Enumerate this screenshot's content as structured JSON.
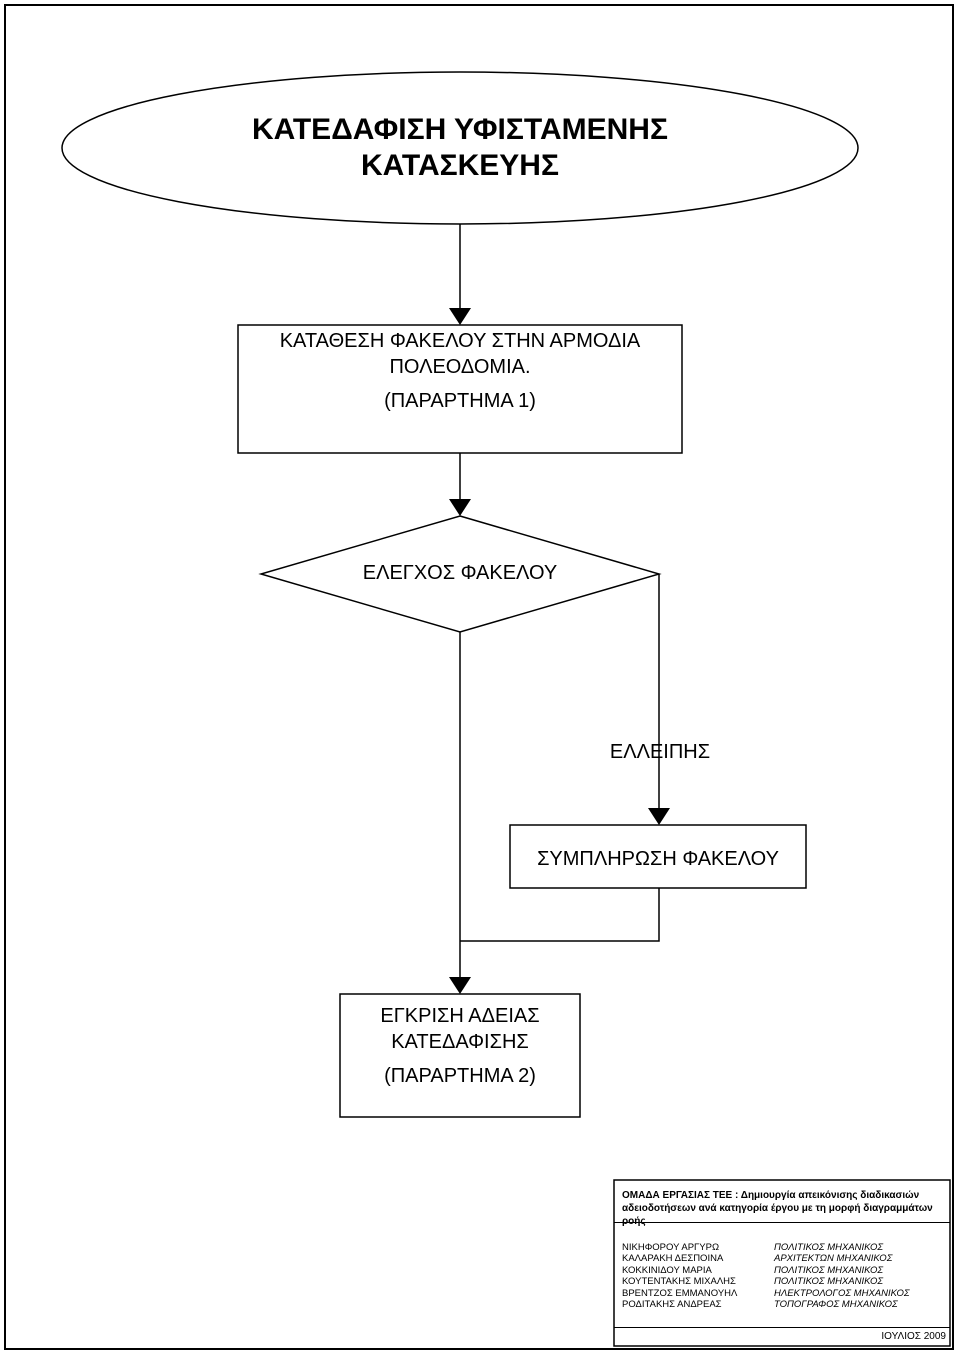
{
  "title": {
    "line1": "ΚΑΤΕΔΑΦΙΣΗ ΥΦΙΣΤΑΜΕΝΗΣ",
    "line2": "ΚΑΤΑΣΚΕΥΗΣ"
  },
  "step_submit": {
    "line1": "ΚΑΤΑΘΕΣΗ ΦΑΚΕΛΟΥ ΣΤΗΝ ΑΡΜΟΔΙΑ",
    "line2": "ΠΟΛΕΟΔΟΜΙΑ.",
    "line3": "(ΠΑΡΑΡΤΗΜΑ 1)"
  },
  "decision": {
    "label": "ΕΛΕΓΧΟΣ ΦΑΚΕΛΟΥ",
    "branch_label": "ΕΛΛΕΙΠΗΣ"
  },
  "step_complete": {
    "label": "ΣΥΜΠΛΗΡΩΣΗ  ΦΑΚΕΛΟΥ"
  },
  "step_approve": {
    "line1": "ΕΓΚΡΙΣΗ ΑΔΕΙΑΣ",
    "line2": "ΚΑΤΕΔΑΦΙΣΗΣ",
    "line3": "(ΠΑΡΑΡΤΗΜΑ 2)"
  },
  "info_box": {
    "header_bold": "ΟΜΑΔΑ ΕΡΓΑΣΙΑΣ ΤΕΕ : ",
    "header_rest": "Δημιουργία απεικόνισης διαδικασιών αδειοδοτήσεων ανά κατηγορία έργου με τη μορφή διαγραμμάτων ροής",
    "team": [
      {
        "name": "ΝΙΚΗΦΟΡΟΥ ΑΡΓΥΡΩ",
        "role": "ΠΟΛΙΤΙΚΟΣ ΜΗΧΑΝΙΚΟΣ"
      },
      {
        "name": "ΚΑΛΑΡΑΚΗ ΔΕΣΠΟΙΝΑ",
        "role": "ΑΡΧΙΤΕΚΤΩΝ ΜΗΧΑΝΙΚΟΣ"
      },
      {
        "name": "ΚΟΚΚΙΝΙΔΟΥ ΜΑΡΙΑ",
        "role": "ΠΟΛΙΤΙΚΟΣ ΜΗΧΑΝΙΚΟΣ"
      },
      {
        "name": "ΚΟΥΤΕΝΤΑΚΗΣ ΜΙΧΑΛΗΣ",
        "role": "ΠΟΛΙΤΙΚΟΣ ΜΗΧΑΝΙΚΟΣ"
      },
      {
        "name": "ΒΡΕΝΤΖΟΣ ΕΜΜΑΝΟΥΗΛ",
        "role": "ΗΛΕΚΤΡΟΛΟΓΟΣ ΜΗΧΑΝΙΚΟΣ"
      },
      {
        "name": "ΡΟΔΙΤΑΚΗΣ ΑΝΔΡΕΑΣ",
        "role": "ΤΟΠΟΓΡΑΦΟΣ ΜΗΧΑΝΙΚΟΣ"
      }
    ],
    "date": "ΙΟΥΛΙΟΣ 2009"
  }
}
